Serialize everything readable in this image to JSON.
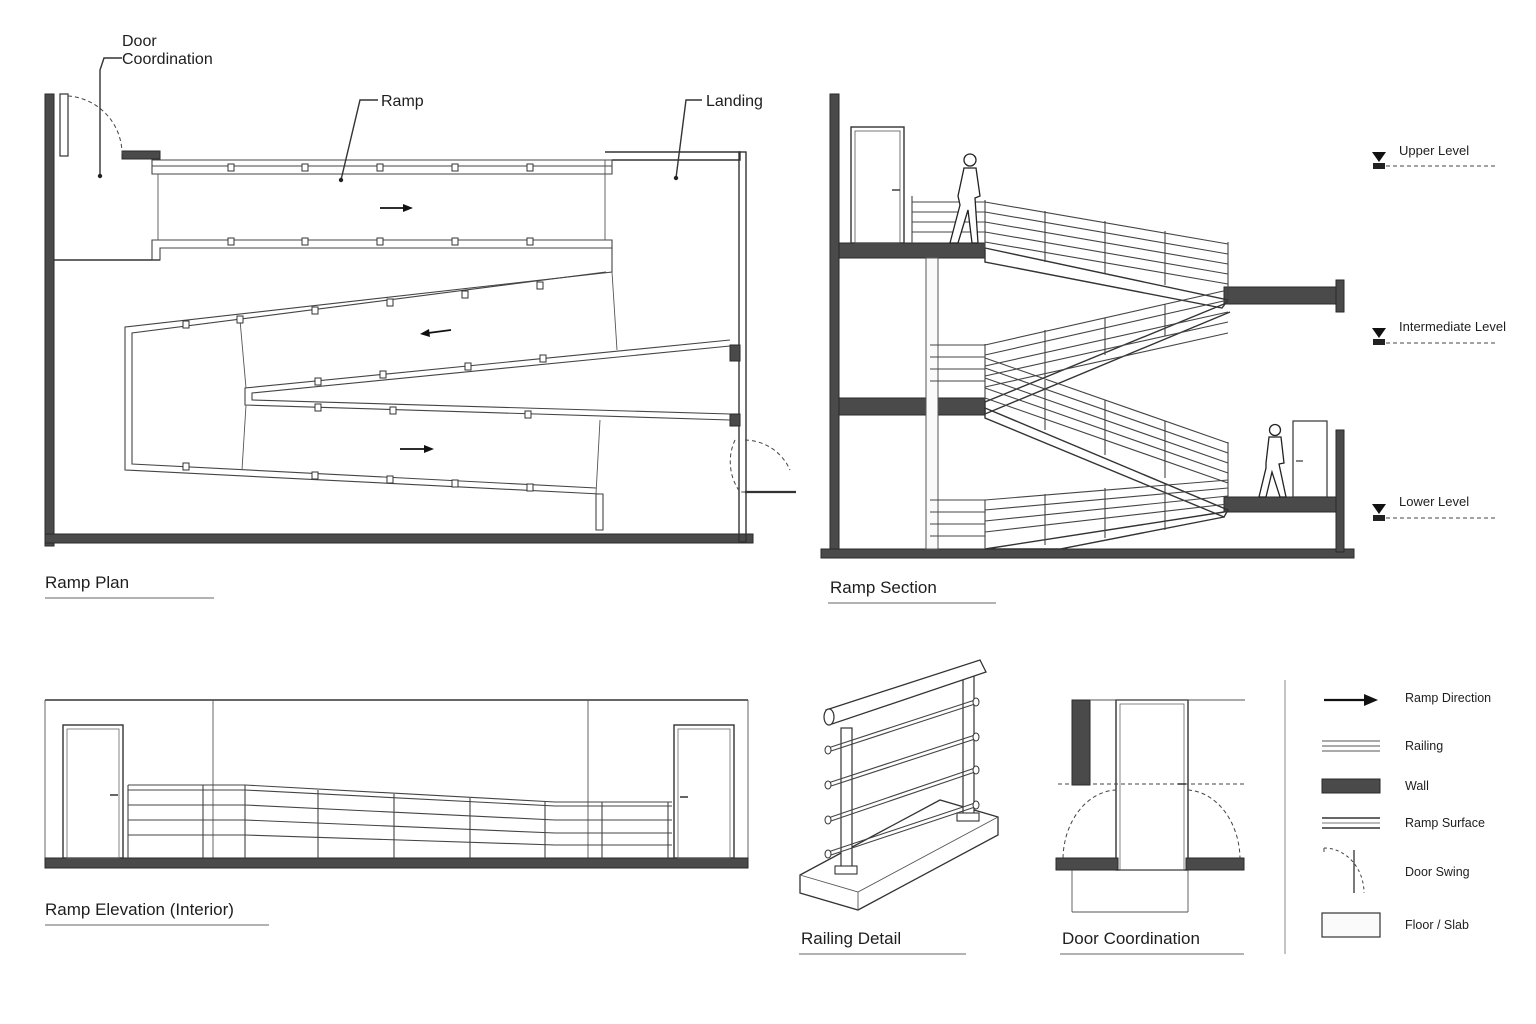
{
  "titles": {
    "ramp_plan": "Ramp Plan",
    "ramp_section": "Ramp Section",
    "ramp_elevation": "Ramp Elevation (Interior)",
    "railing_detail": "Railing Detail",
    "door_coordination": "Door Coordination"
  },
  "plan_callouts": {
    "door_line1": "Door",
    "door_line2": "Coordination",
    "ramp": "Ramp",
    "landing": "Landing"
  },
  "levels": {
    "upper": "Upper Level",
    "intermediate": "Intermediate Level",
    "lower": "Lower Level"
  },
  "legend": {
    "items": [
      {
        "icon": "arrow-icon",
        "label": "Ramp Direction"
      },
      {
        "icon": "railing-icon",
        "label": "Railing"
      },
      {
        "icon": "wall-icon",
        "label": "Wall"
      },
      {
        "icon": "ramp-surface-icon",
        "label": "Ramp Surface"
      },
      {
        "icon": "door-swing-icon",
        "label": "Door Swing"
      },
      {
        "icon": "floor-slab-icon",
        "label": "Floor / Slab"
      }
    ]
  },
  "colors": {
    "wall": "#4a4a4a",
    "line": "#333333",
    "background": "#ffffff"
  }
}
